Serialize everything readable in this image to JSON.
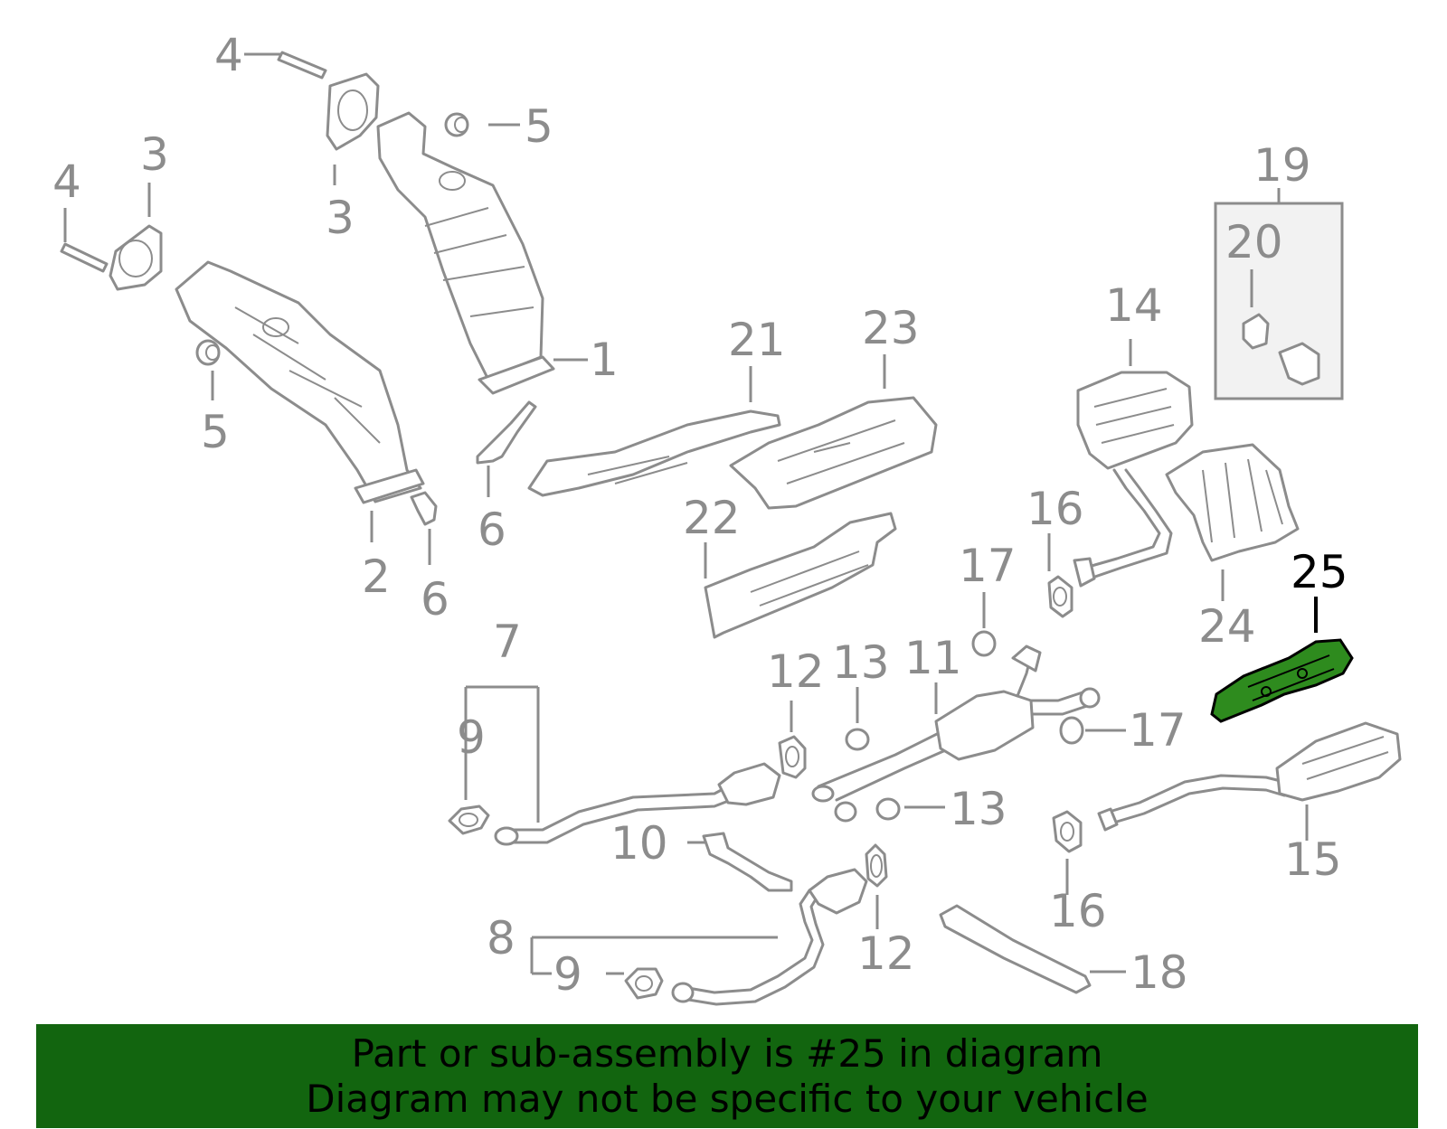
{
  "callouts": {
    "c1": "1",
    "c2": "2",
    "c3a": "3",
    "c3b": "3",
    "c4a": "4",
    "c4b": "4",
    "c5a": "5",
    "c5b": "5",
    "c6a": "6",
    "c6b": "6",
    "c7": "7",
    "c8": "8",
    "c9a": "9",
    "c9b": "9",
    "c10": "10",
    "c11": "11",
    "c12a": "12",
    "c12b": "12",
    "c13a": "13",
    "c13b": "13",
    "c14": "14",
    "c15": "15",
    "c16a": "16",
    "c16b": "16",
    "c17a": "17",
    "c17b": "17",
    "c18": "18",
    "c19": "19",
    "c20": "20",
    "c21": "21",
    "c22": "22",
    "c23": "23",
    "c24": "24",
    "c25": "25"
  },
  "colors": {
    "highlight_part": "#2e8b1e",
    "banner_background": "#12650f"
  },
  "banner": {
    "line1": "Part or sub-assembly is #25 in diagram",
    "line2": "Diagram may not be specific to your vehicle"
  }
}
